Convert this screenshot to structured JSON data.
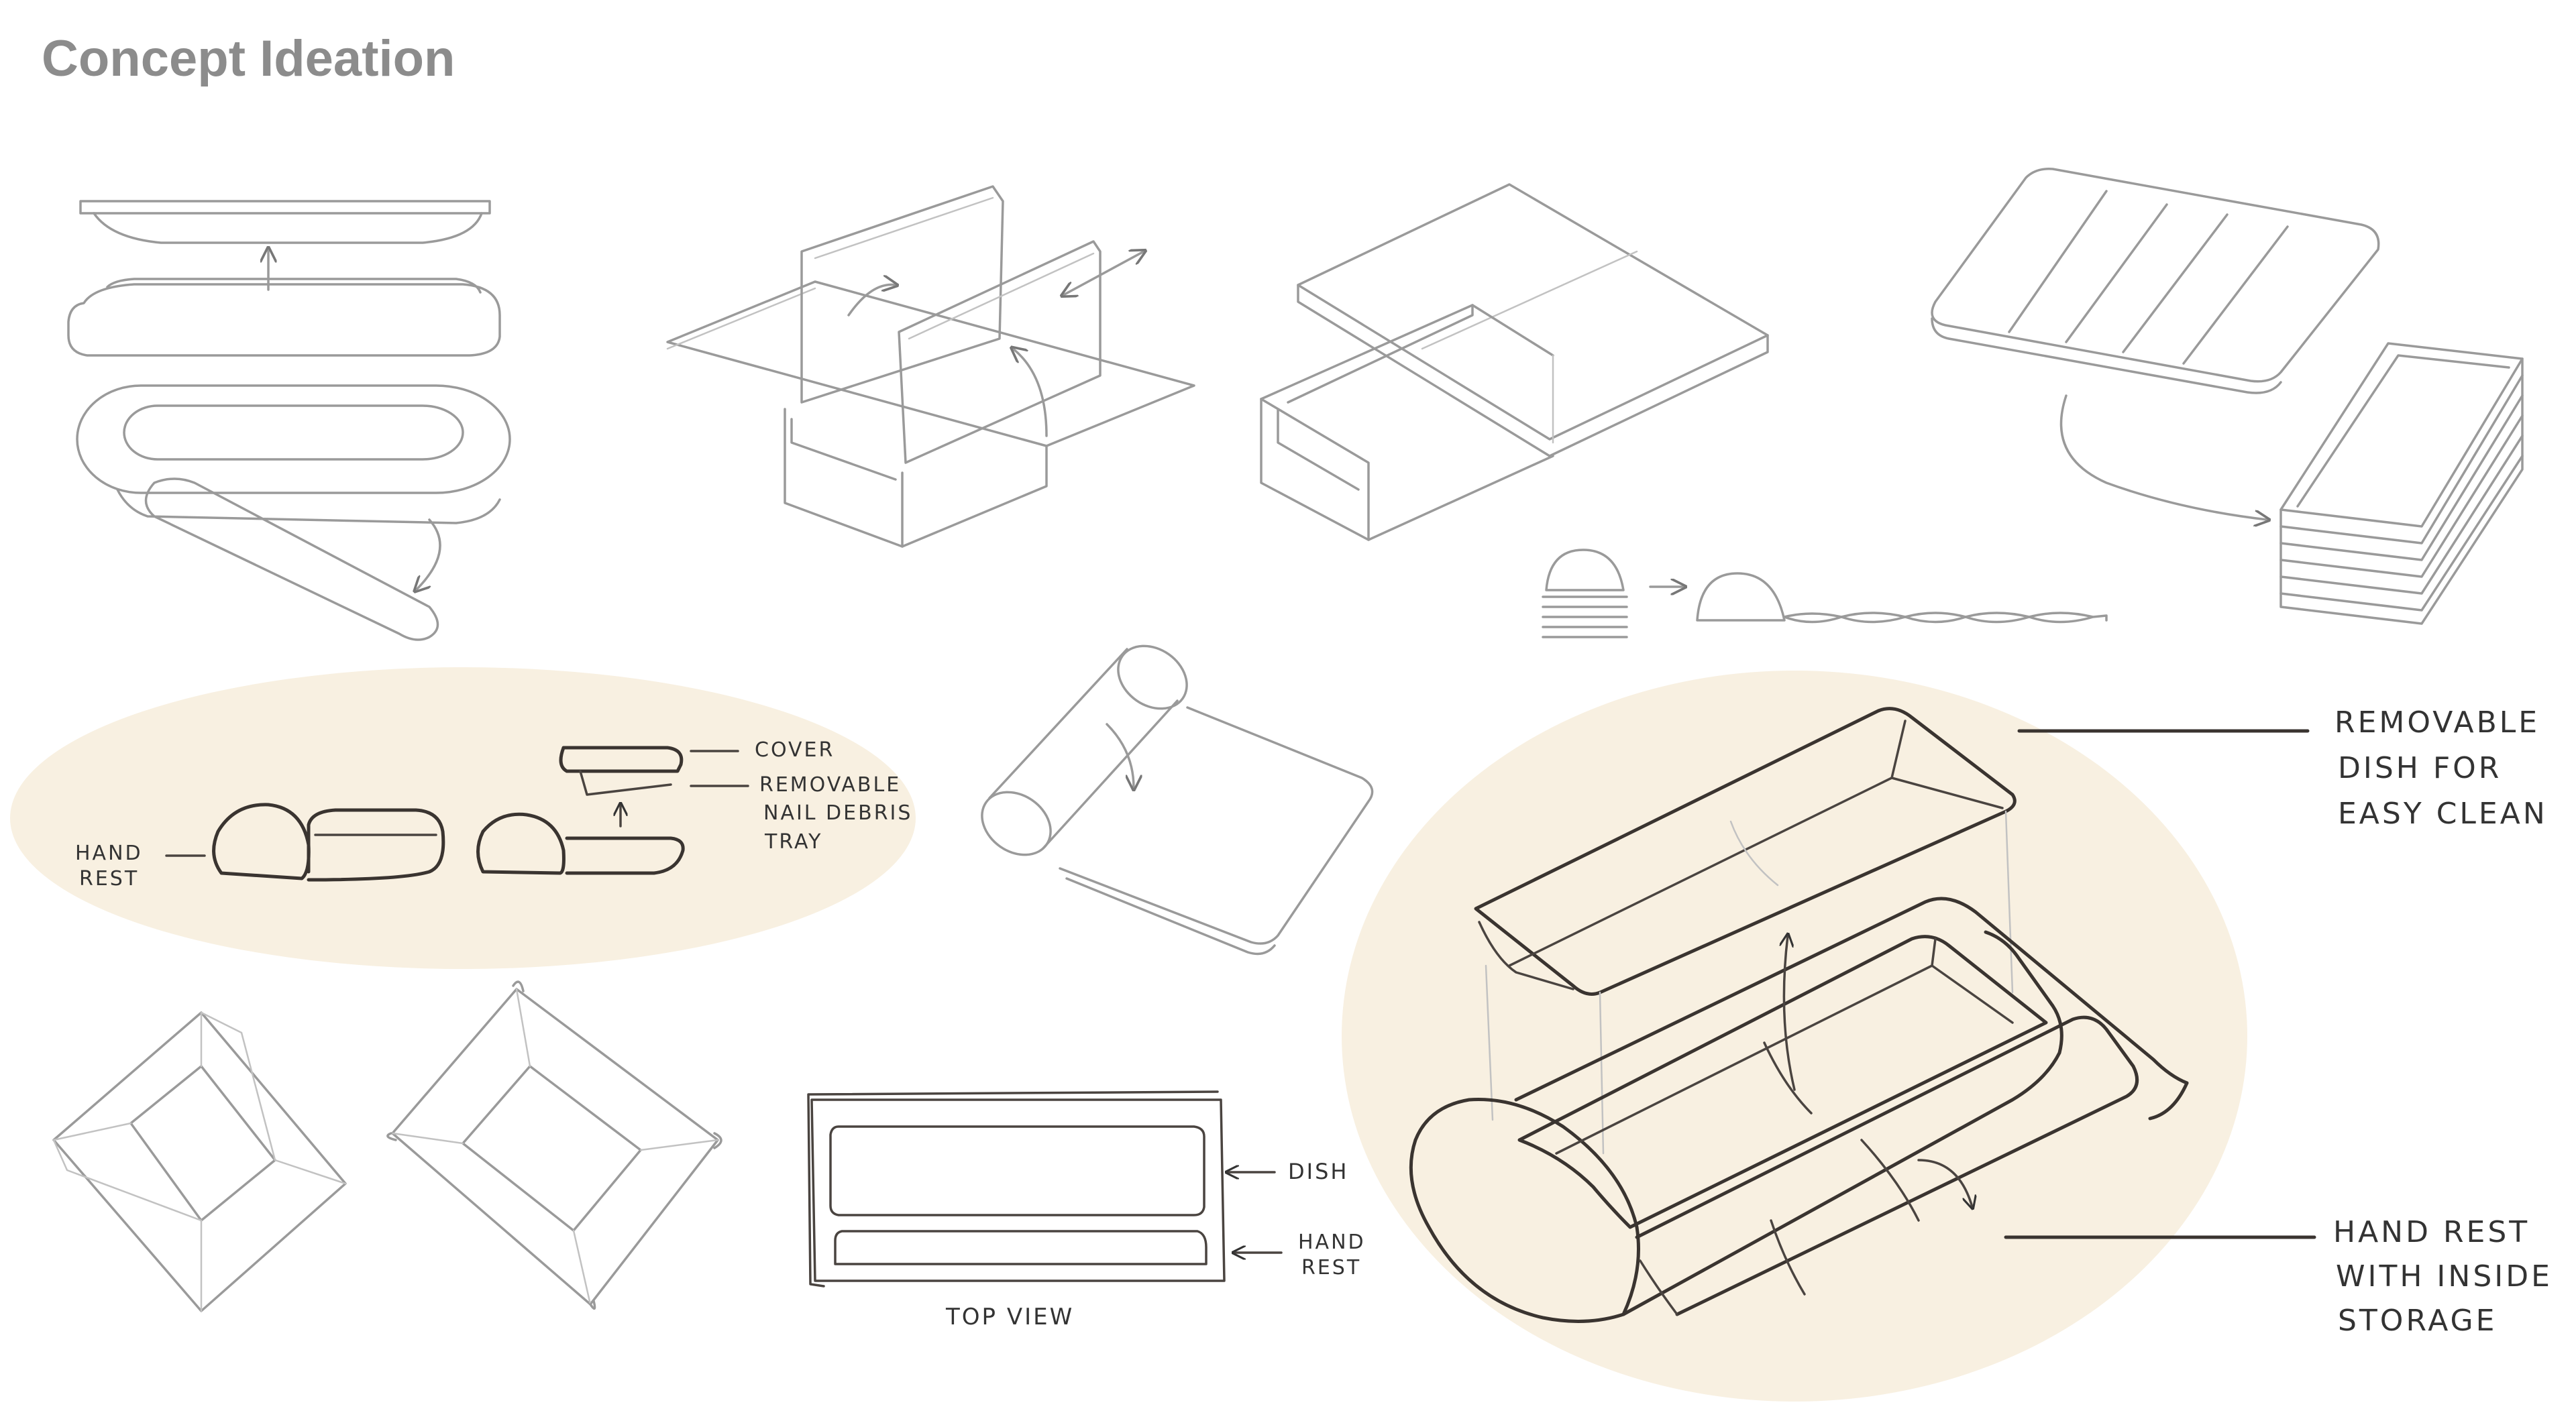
{
  "title": "Concept Ideation",
  "colors": {
    "highlight": "#f8f0e1",
    "title": "#8c8c8c",
    "ink": "#333333"
  },
  "annotations": {
    "left_oval": {
      "hand_rest": [
        "HAND",
        "REST"
      ],
      "cover": "COVER",
      "tray": [
        "REMOVABLE",
        "NAIL DEBRIS",
        "TRAY"
      ]
    },
    "top_view": {
      "dish": "DISH",
      "hand_rest": [
        "HAND",
        "REST"
      ],
      "caption": "TOP VIEW"
    },
    "main_concept": {
      "dish": [
        "REMOVABLE",
        "DISH FOR",
        "EASY CLEAN"
      ],
      "hand_rest": [
        "HAND REST",
        "WITH INSIDE",
        "STORAGE"
      ]
    }
  }
}
